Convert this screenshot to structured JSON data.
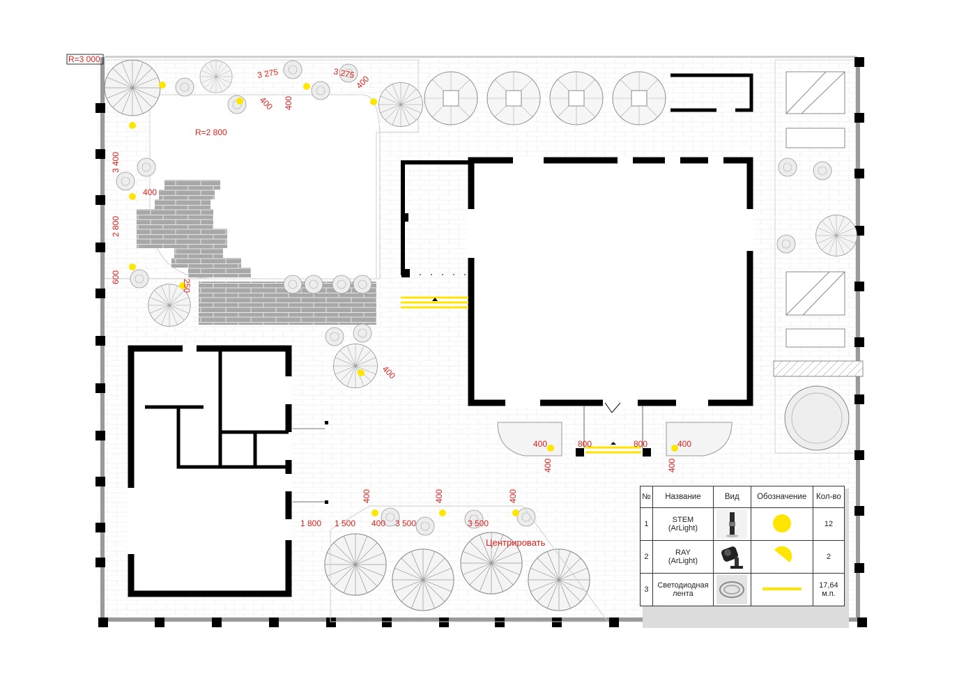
{
  "dimensions": {
    "r_3000": "R=3 000",
    "r_2800": "R=2 800",
    "d_3275_a": "3 275",
    "d_3275_b": "3 275",
    "d_400_a": "400",
    "d_400_b": "400",
    "d_400_c": "400",
    "d_3400": "3 400",
    "d_400_d": "400",
    "d_2800": "2 800",
    "d_600": "600",
    "d_250": "250",
    "d_400_e": "400",
    "d_800_a": "800",
    "d_800_b": "800",
    "d_400_f": "400",
    "d_400_g": "400",
    "d_400_h": "400",
    "d_400_i": "400",
    "d_1800": "1 800",
    "d_1500": "1 500",
    "d_400_j": "400",
    "d_3500_a": "3 500",
    "d_3500_b": "3 500",
    "d_400_k": "400",
    "d_400_l": "400",
    "d_400_m": "400",
    "center_note": "Центрировать"
  },
  "legend": {
    "headers": [
      "№",
      "Название",
      "Вид",
      "Обозначение",
      "Кол-во"
    ],
    "rows": [
      {
        "num": "1",
        "name_line1": "STEM",
        "name_line2": "(ArLight)",
        "qty": "12",
        "symbol": "circle-marker"
      },
      {
        "num": "2",
        "name_line1": "RAY",
        "name_line2": "(ArLight)",
        "qty": "2",
        "symbol": "half-circle-marker"
      },
      {
        "num": "3",
        "name_line1": "Светодиодная",
        "name_line2": "лента",
        "qty_line1": "17,64",
        "qty_line2": "м.п.",
        "symbol": "led-strip-line"
      }
    ]
  },
  "colors": {
    "light_marker": "#ffe600",
    "dimension_text": "#e0201c",
    "wall": "#000000"
  }
}
